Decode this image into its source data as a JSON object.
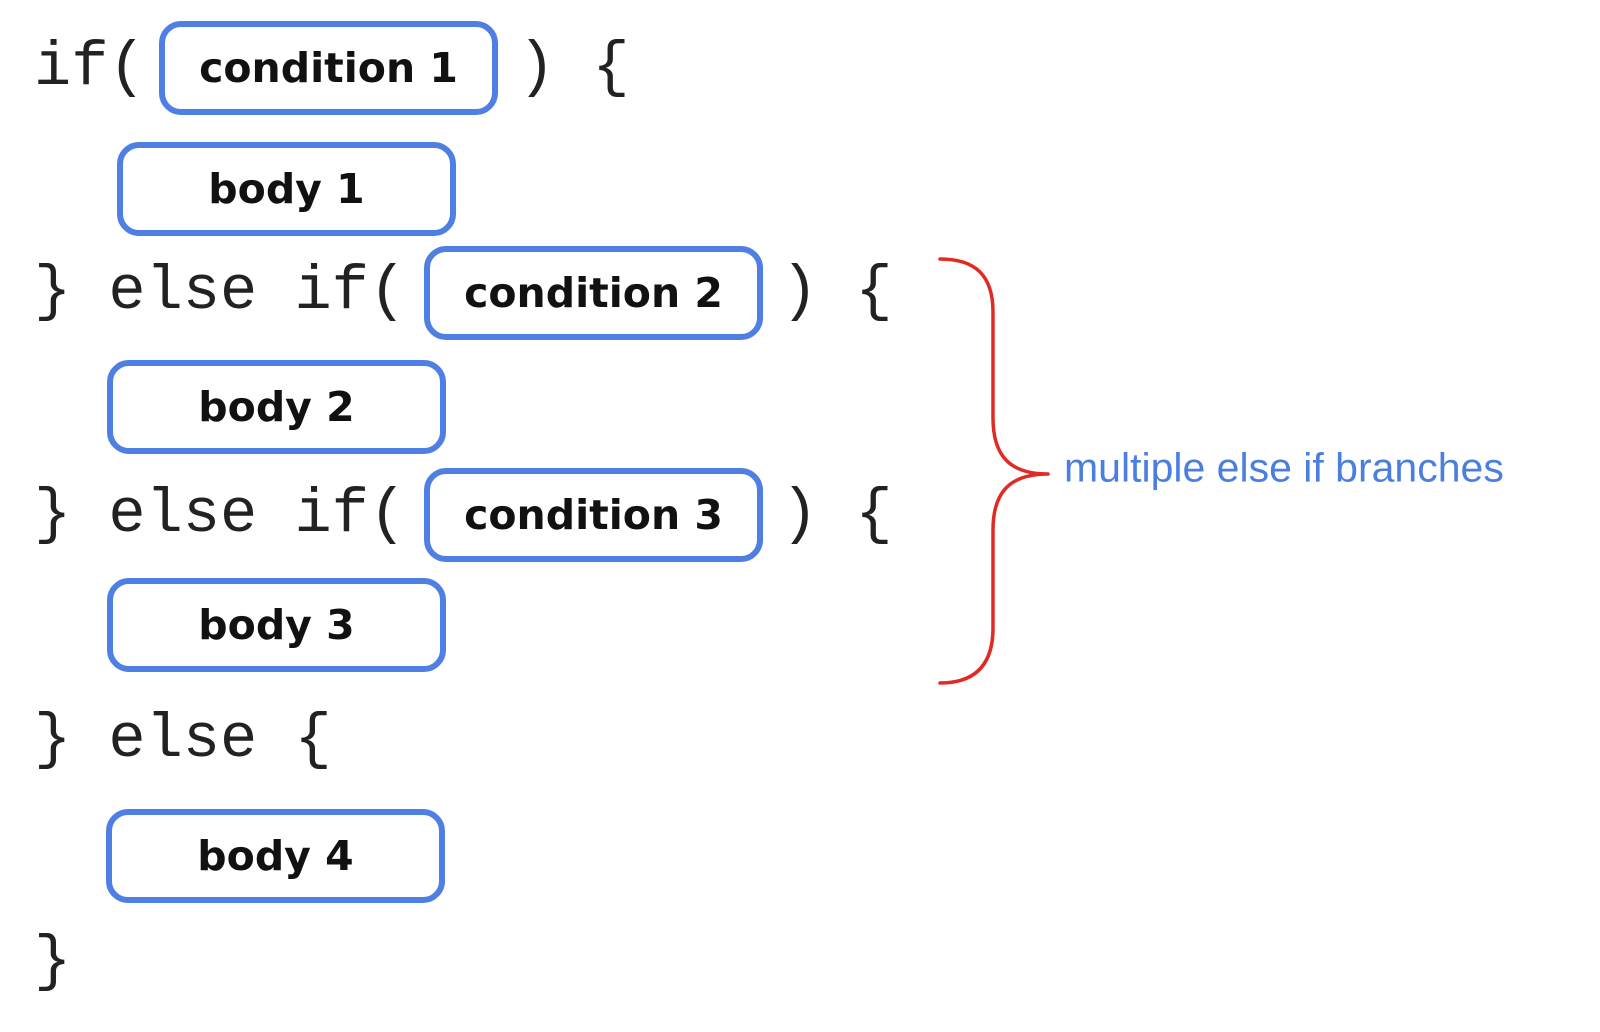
{
  "code_lines": {
    "line1_if": "if(",
    "line1_close": ") {",
    "line3_else_if": "} else if(",
    "line3_close": ") {",
    "line5_else_if": "} else if(",
    "line5_close": ") {",
    "line7_else": "} else {",
    "line9_close": "}"
  },
  "boxes": {
    "condition_1": "condition 1",
    "body_1": "body 1",
    "condition_2": "condition 2",
    "body_2": "body 2",
    "condition_3": "condition 3",
    "body_3": "body 3",
    "body_4": "body 4"
  },
  "annotation": {
    "label": "multiple else if branches"
  },
  "colors": {
    "box_border": "#4f7fe3",
    "brace": "#e02b25",
    "annotation_text": "#4a7fe0"
  }
}
